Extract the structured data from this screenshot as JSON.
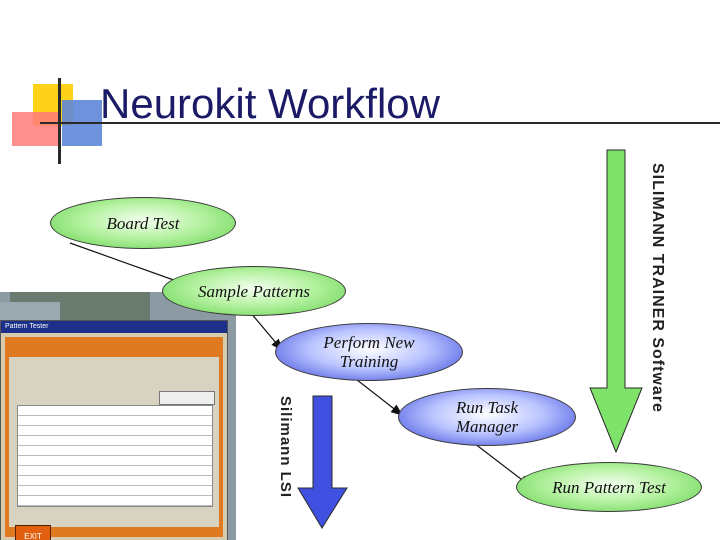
{
  "title": "Neurokit Workflow",
  "steps": {
    "board_test": "Board Test",
    "sample_patterns": "Sample Patterns",
    "perform_training_line1": "Perform New",
    "perform_training_line2": "Training",
    "task_manager_line1": "Run Task",
    "task_manager_line2": "Manager",
    "pattern_test": "Run Pattern Test"
  },
  "side_labels": {
    "silimann": "Silimann LSI",
    "trainer": "SILIMANN TRAINER Software"
  },
  "screenshot": {
    "window_title": "Pattern Tester",
    "exit_button": "EXIT"
  },
  "colors": {
    "green_fill": "#5fd04a",
    "blue_fill": "#3040d8",
    "arrow_green": "#7fe36a",
    "arrow_blue": "#4050e0"
  }
}
